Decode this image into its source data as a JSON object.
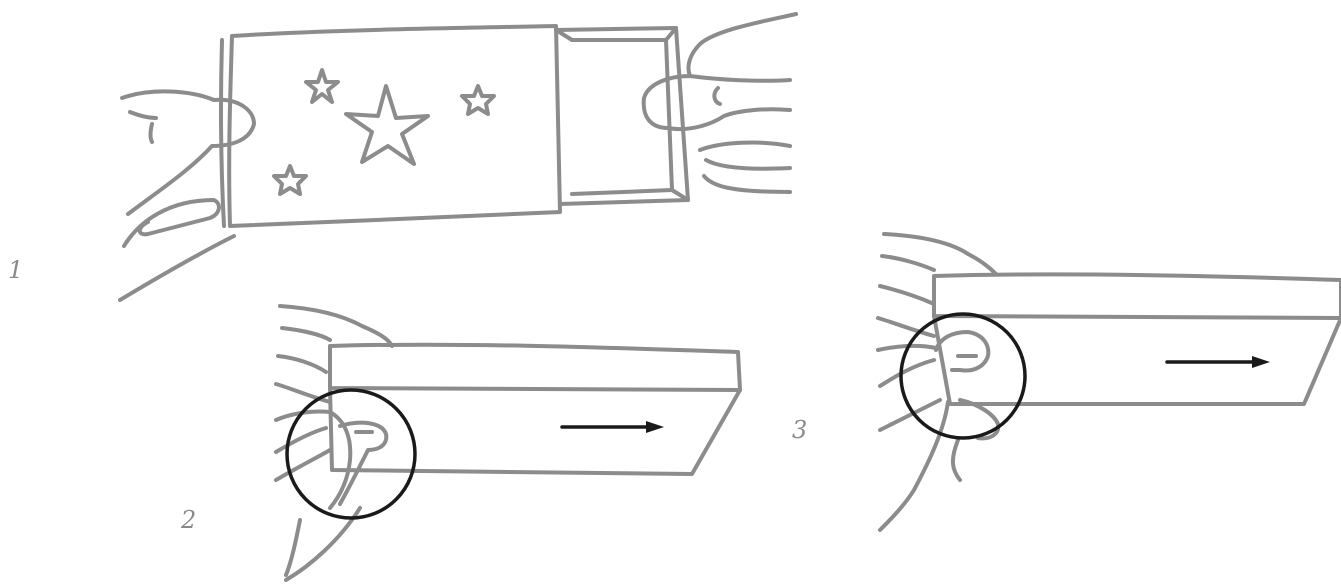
{
  "steps": [
    {
      "number": "1"
    },
    {
      "number": "2"
    },
    {
      "number": "3"
    }
  ],
  "colors": {
    "sketch_line": "#8c8c8c",
    "highlight_circle": "#1a1a1a",
    "arrow": "#1a1a1a",
    "background": "#ffffff"
  }
}
